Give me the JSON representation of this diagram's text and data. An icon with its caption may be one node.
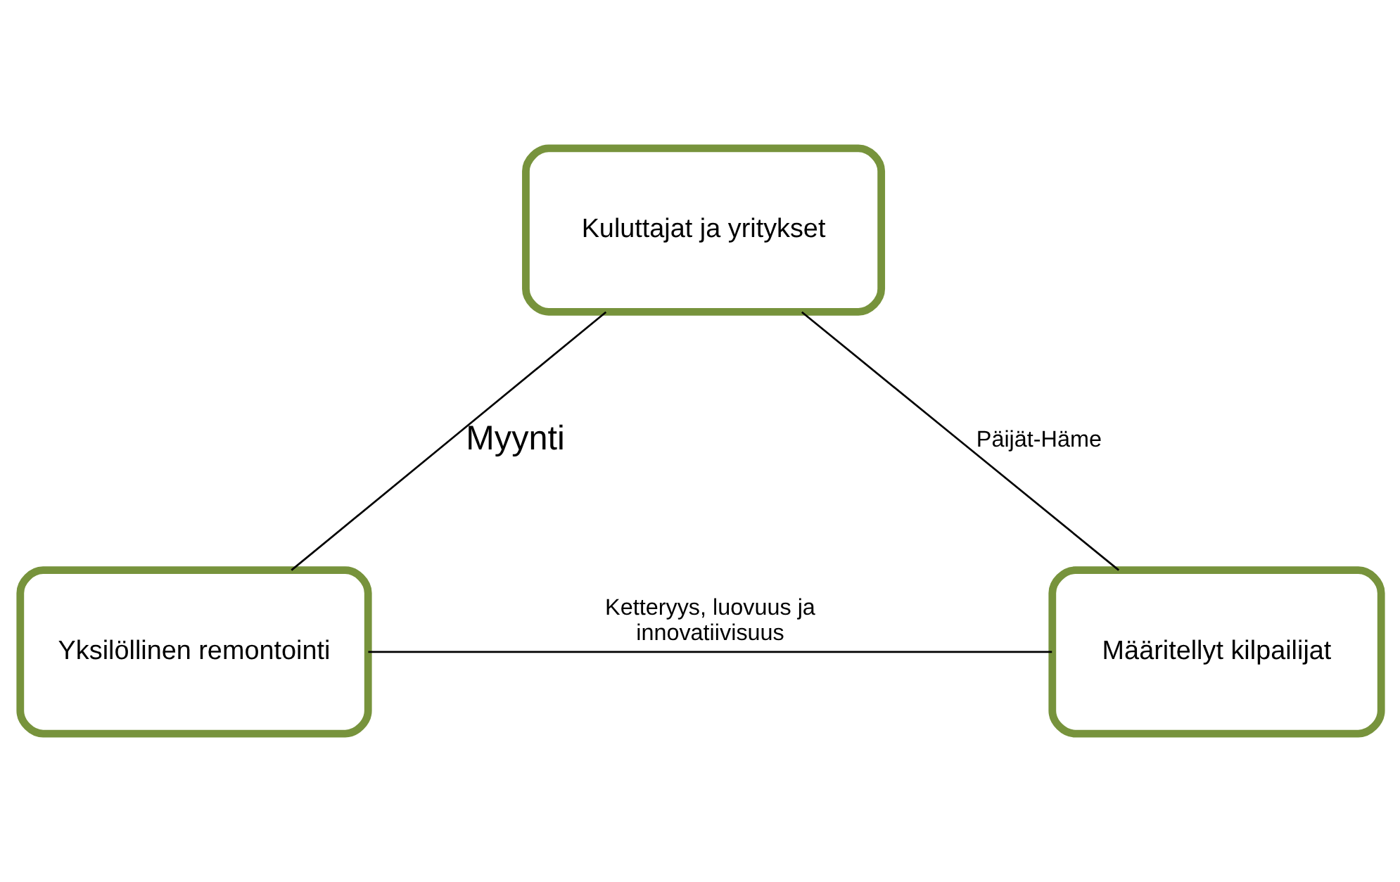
{
  "diagram": {
    "nodes": [
      {
        "text": [
          "Kuluttajat ja yritykset"
        ]
      },
      {
        "text": [
          "Yksilöllinen remontointi"
        ]
      },
      {
        "text": [
          "Määritellyt kilpailijat"
        ]
      }
    ],
    "edges": [
      {
        "from": 0,
        "to": 1,
        "arrow": "none",
        "label": "Myynti"
      },
      {
        "from": 0,
        "to": 2,
        "arrow": "none",
        "label": "Päijät-Häme"
      },
      {
        "from": 1,
        "to": 2,
        "arrow": "none",
        "label": "Ketteryys, luovuus ja innovatiivisuus"
      }
    ]
  }
}
